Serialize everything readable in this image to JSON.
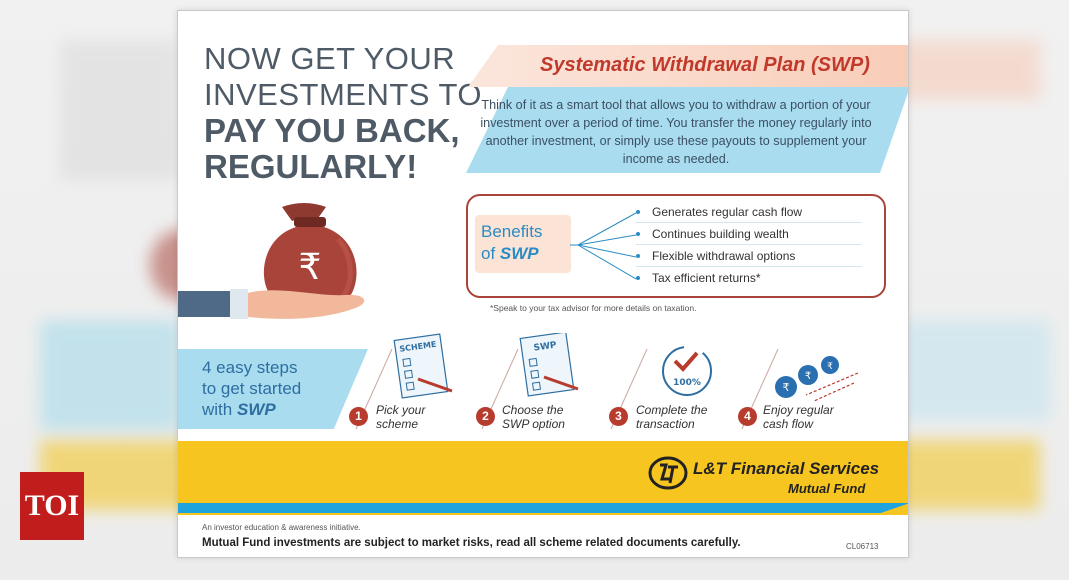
{
  "headline": {
    "line1": "NOW GET YOUR",
    "line2": "INVESTMENTS TO",
    "line3": "PAY YOU BACK,",
    "line4": "REGULARLY!"
  },
  "swp": {
    "title": "Systematic Withdrawal Plan (SWP)",
    "description": "Think of it as a smart tool that allows you to withdraw a portion of your investment over a period of time. You transfer the money regularly into another investment, or simply use these payouts to supplement your income as needed."
  },
  "benefits": {
    "title_prefix": "Benefits",
    "title_of": "of",
    "title_swp": "SWP",
    "items": [
      "Generates regular cash flow",
      "Continues building wealth",
      "Flexible withdrawal options",
      "Tax efficient returns*"
    ],
    "note": "*Speak to your tax advisor for more details on taxation."
  },
  "steps": {
    "intro_line1": "4 easy steps",
    "intro_line2": "to get started",
    "intro_line3": "with",
    "intro_swp": "SWP",
    "icon_labels": [
      "SCHEME",
      "SWP",
      "100%"
    ],
    "items": [
      {
        "num": "1",
        "line1": "Pick your",
        "line2": "scheme"
      },
      {
        "num": "2",
        "line1": "Choose the",
        "line2": "SWP option"
      },
      {
        "num": "3",
        "line1": "Complete the",
        "line2": "transaction"
      },
      {
        "num": "4",
        "line1": "Enjoy regular",
        "line2": "cash flow"
      }
    ]
  },
  "brand": {
    "name": "L&T Financial Services",
    "sub": "Mutual Fund"
  },
  "footer": {
    "small": "An investor education & awareness initiative.",
    "disclaimer": "Mutual Fund investments are subject to market risks, read all scheme related documents carefully.",
    "code": "CL06713"
  },
  "watermark": {
    "label": "TOI"
  },
  "colors": {
    "headline": "#4e5a66",
    "accent_red": "#b83c2e",
    "accent_blue": "#2a8cc4",
    "yellow": "#f7c51f",
    "light_blue": "#a9dcef"
  }
}
